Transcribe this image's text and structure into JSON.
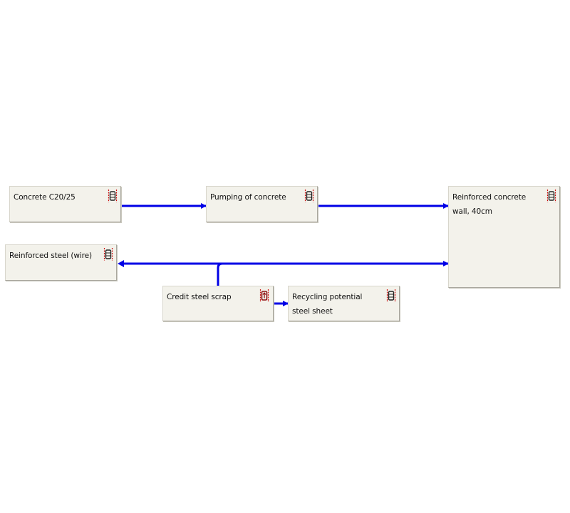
{
  "nodes": {
    "concrete": {
      "label": "Concrete C20/25",
      "icon": "process-plan-icon"
    },
    "pumping": {
      "label": "Pumping of concrete",
      "icon": "process-plan-icon"
    },
    "wall": {
      "label": "Reinforced concrete wall, 40cm",
      "icon": "process-plan-icon"
    },
    "steel": {
      "label": "Reinforced steel (wire)",
      "icon": "process-plan-icon"
    },
    "credit": {
      "label": "Credit steel scrap",
      "icon": "credit-process-icon"
    },
    "recycling": {
      "label": "Recycling potential steel sheet",
      "icon": "process-plan-icon"
    }
  },
  "colors": {
    "flow": "#0000e6",
    "node_fill": "#f3f2eb",
    "icon_dark": "#222222",
    "icon_red": "#cc1111",
    "icon_credit": "#8b1010"
  }
}
